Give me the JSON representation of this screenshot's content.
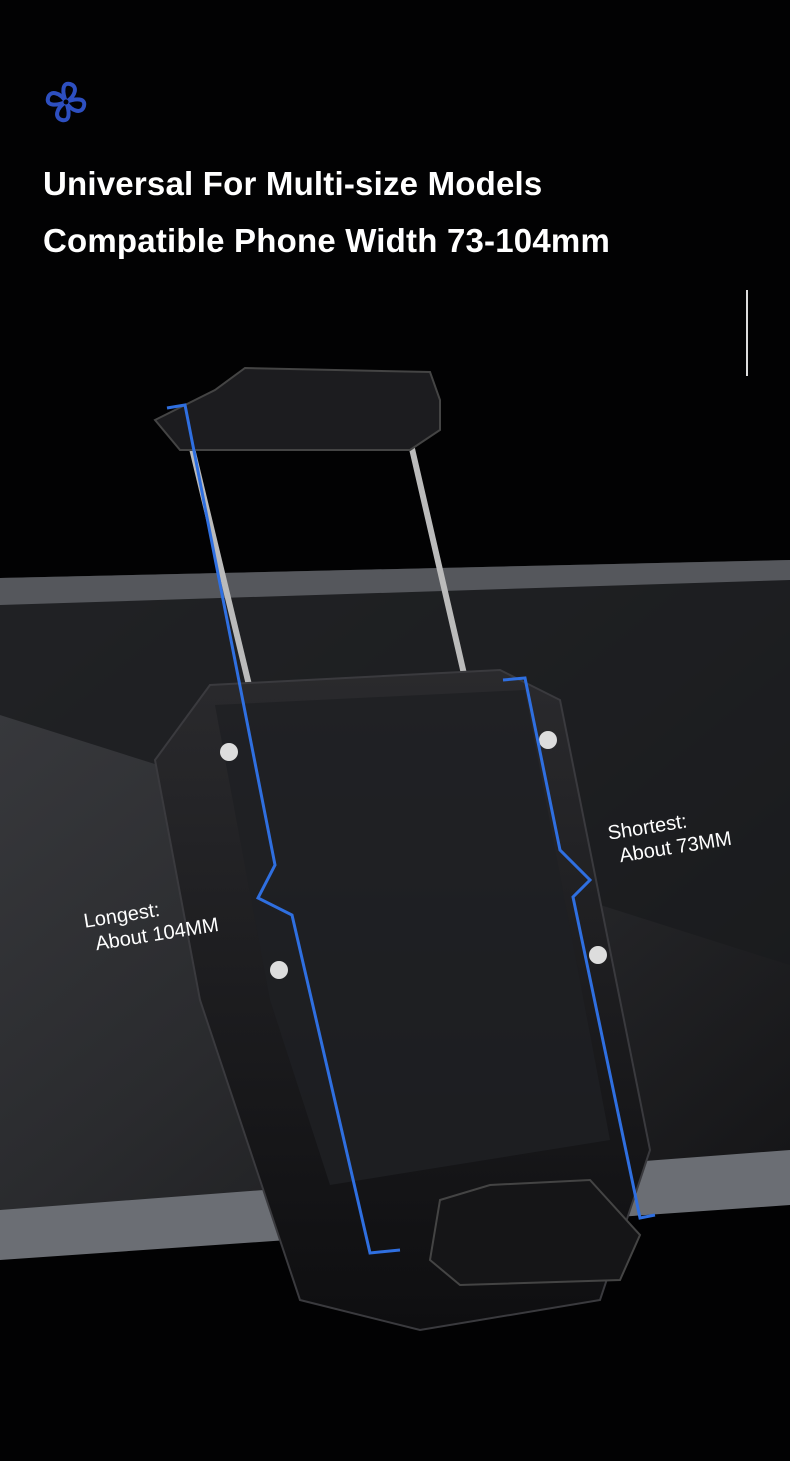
{
  "header": {
    "logo_icon": "fan-icon",
    "title_line1": "Universal For Multi-size Models",
    "title_line2": "Compatible Phone Width 73-104mm"
  },
  "annotations": {
    "longest_label": "Longest:",
    "longest_value": "About 104MM",
    "shortest_label": "Shortest:",
    "shortest_value": "About 73MM"
  },
  "colors": {
    "accent": "#2f6fe0",
    "background": "#020203",
    "logo": "#2d4fc0"
  }
}
